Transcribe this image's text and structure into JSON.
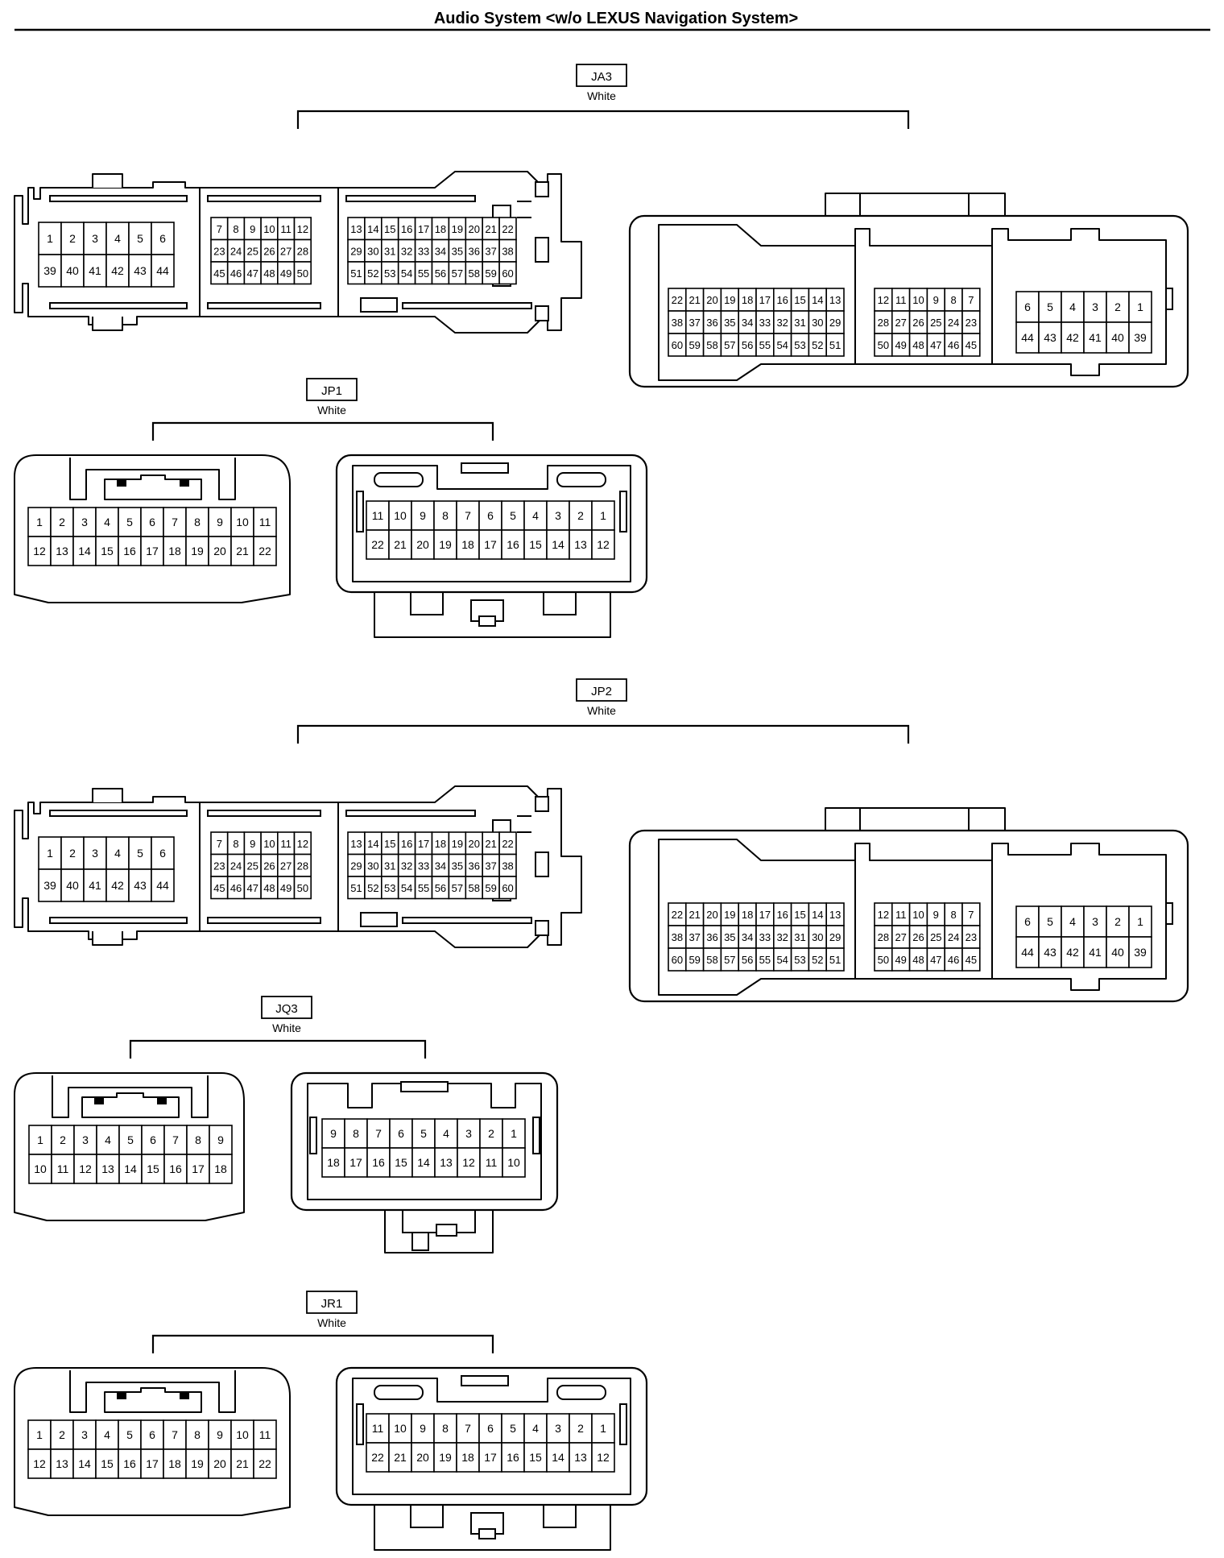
{
  "title": "Audio System <w/o LEXUS Navigation System>",
  "connectors": [
    {
      "id": "JA3",
      "label": "JA3",
      "color": "White",
      "left": {
        "groups": [
          [
            [
              "1",
              "2",
              "3",
              "4",
              "5",
              "6"
            ],
            [
              "39",
              "40",
              "41",
              "42",
              "43",
              "44"
            ]
          ],
          [
            [
              "7",
              "8",
              "9",
              "10",
              "11",
              "12"
            ],
            [
              "23",
              "24",
              "25",
              "26",
              "27",
              "28"
            ],
            [
              "45",
              "46",
              "47",
              "48",
              "49",
              "50"
            ]
          ],
          [
            [
              "13",
              "14",
              "15",
              "16",
              "17",
              "18",
              "19",
              "20",
              "21",
              "22"
            ],
            [
              "29",
              "30",
              "31",
              "32",
              "33",
              "34",
              "35",
              "36",
              "37",
              "38"
            ],
            [
              "51",
              "52",
              "53",
              "54",
              "55",
              "56",
              "57",
              "58",
              "59",
              "60"
            ]
          ]
        ]
      },
      "right": {
        "groups": [
          [
            [
              "22",
              "21",
              "20",
              "19",
              "18",
              "17",
              "16",
              "15",
              "14",
              "13"
            ],
            [
              "38",
              "37",
              "36",
              "35",
              "34",
              "33",
              "32",
              "31",
              "30",
              "29"
            ],
            [
              "60",
              "59",
              "58",
              "57",
              "56",
              "55",
              "54",
              "53",
              "52",
              "51"
            ]
          ],
          [
            [
              "12",
              "11",
              "10",
              "9",
              "8",
              "7"
            ],
            [
              "28",
              "27",
              "26",
              "25",
              "24",
              "23"
            ],
            [
              "50",
              "49",
              "48",
              "47",
              "46",
              "45"
            ]
          ],
          [
            [
              "6",
              "5",
              "4",
              "3",
              "2",
              "1"
            ],
            [
              "44",
              "43",
              "42",
              "41",
              "40",
              "39"
            ]
          ]
        ]
      }
    },
    {
      "id": "JP1",
      "label": "JP1",
      "color": "White",
      "left": [
        [
          "1",
          "2",
          "3",
          "4",
          "5",
          "6",
          "7",
          "8",
          "9",
          "10",
          "11"
        ],
        [
          "12",
          "13",
          "14",
          "15",
          "16",
          "17",
          "18",
          "19",
          "20",
          "21",
          "22"
        ]
      ],
      "right": [
        [
          "11",
          "10",
          "9",
          "8",
          "7",
          "6",
          "5",
          "4",
          "3",
          "2",
          "1"
        ],
        [
          "22",
          "21",
          "20",
          "19",
          "18",
          "17",
          "16",
          "15",
          "14",
          "13",
          "12"
        ]
      ]
    },
    {
      "id": "JP2",
      "label": "JP2",
      "color": "White",
      "left": {
        "groups": [
          [
            [
              "1",
              "2",
              "3",
              "4",
              "5",
              "6"
            ],
            [
              "39",
              "40",
              "41",
              "42",
              "43",
              "44"
            ]
          ],
          [
            [
              "7",
              "8",
              "9",
              "10",
              "11",
              "12"
            ],
            [
              "23",
              "24",
              "25",
              "26",
              "27",
              "28"
            ],
            [
              "45",
              "46",
              "47",
              "48",
              "49",
              "50"
            ]
          ],
          [
            [
              "13",
              "14",
              "15",
              "16",
              "17",
              "18",
              "19",
              "20",
              "21",
              "22"
            ],
            [
              "29",
              "30",
              "31",
              "32",
              "33",
              "34",
              "35",
              "36",
              "37",
              "38"
            ],
            [
              "51",
              "52",
              "53",
              "54",
              "55",
              "56",
              "57",
              "58",
              "59",
              "60"
            ]
          ]
        ]
      },
      "right": {
        "groups": [
          [
            [
              "22",
              "21",
              "20",
              "19",
              "18",
              "17",
              "16",
              "15",
              "14",
              "13"
            ],
            [
              "38",
              "37",
              "36",
              "35",
              "34",
              "33",
              "32",
              "31",
              "30",
              "29"
            ],
            [
              "60",
              "59",
              "58",
              "57",
              "56",
              "55",
              "54",
              "53",
              "52",
              "51"
            ]
          ],
          [
            [
              "12",
              "11",
              "10",
              "9",
              "8",
              "7"
            ],
            [
              "28",
              "27",
              "26",
              "25",
              "24",
              "23"
            ],
            [
              "50",
              "49",
              "48",
              "47",
              "46",
              "45"
            ]
          ],
          [
            [
              "6",
              "5",
              "4",
              "3",
              "2",
              "1"
            ],
            [
              "44",
              "43",
              "42",
              "41",
              "40",
              "39"
            ]
          ]
        ]
      }
    },
    {
      "id": "JQ3",
      "label": "JQ3",
      "color": "White",
      "left": [
        [
          "1",
          "2",
          "3",
          "4",
          "5",
          "6",
          "7",
          "8",
          "9"
        ],
        [
          "10",
          "11",
          "12",
          "13",
          "14",
          "15",
          "16",
          "17",
          "18"
        ]
      ],
      "right": [
        [
          "9",
          "8",
          "7",
          "6",
          "5",
          "4",
          "3",
          "2",
          "1"
        ],
        [
          "18",
          "17",
          "16",
          "15",
          "14",
          "13",
          "12",
          "11",
          "10"
        ]
      ]
    },
    {
      "id": "JR1",
      "label": "JR1",
      "color": "White",
      "left": [
        [
          "1",
          "2",
          "3",
          "4",
          "5",
          "6",
          "7",
          "8",
          "9",
          "10",
          "11"
        ],
        [
          "12",
          "13",
          "14",
          "15",
          "16",
          "17",
          "18",
          "19",
          "20",
          "21",
          "22"
        ]
      ],
      "right": [
        [
          "11",
          "10",
          "9",
          "8",
          "7",
          "6",
          "5",
          "4",
          "3",
          "2",
          "1"
        ],
        [
          "22",
          "21",
          "20",
          "19",
          "18",
          "17",
          "16",
          "15",
          "14",
          "13",
          "12"
        ]
      ]
    }
  ]
}
